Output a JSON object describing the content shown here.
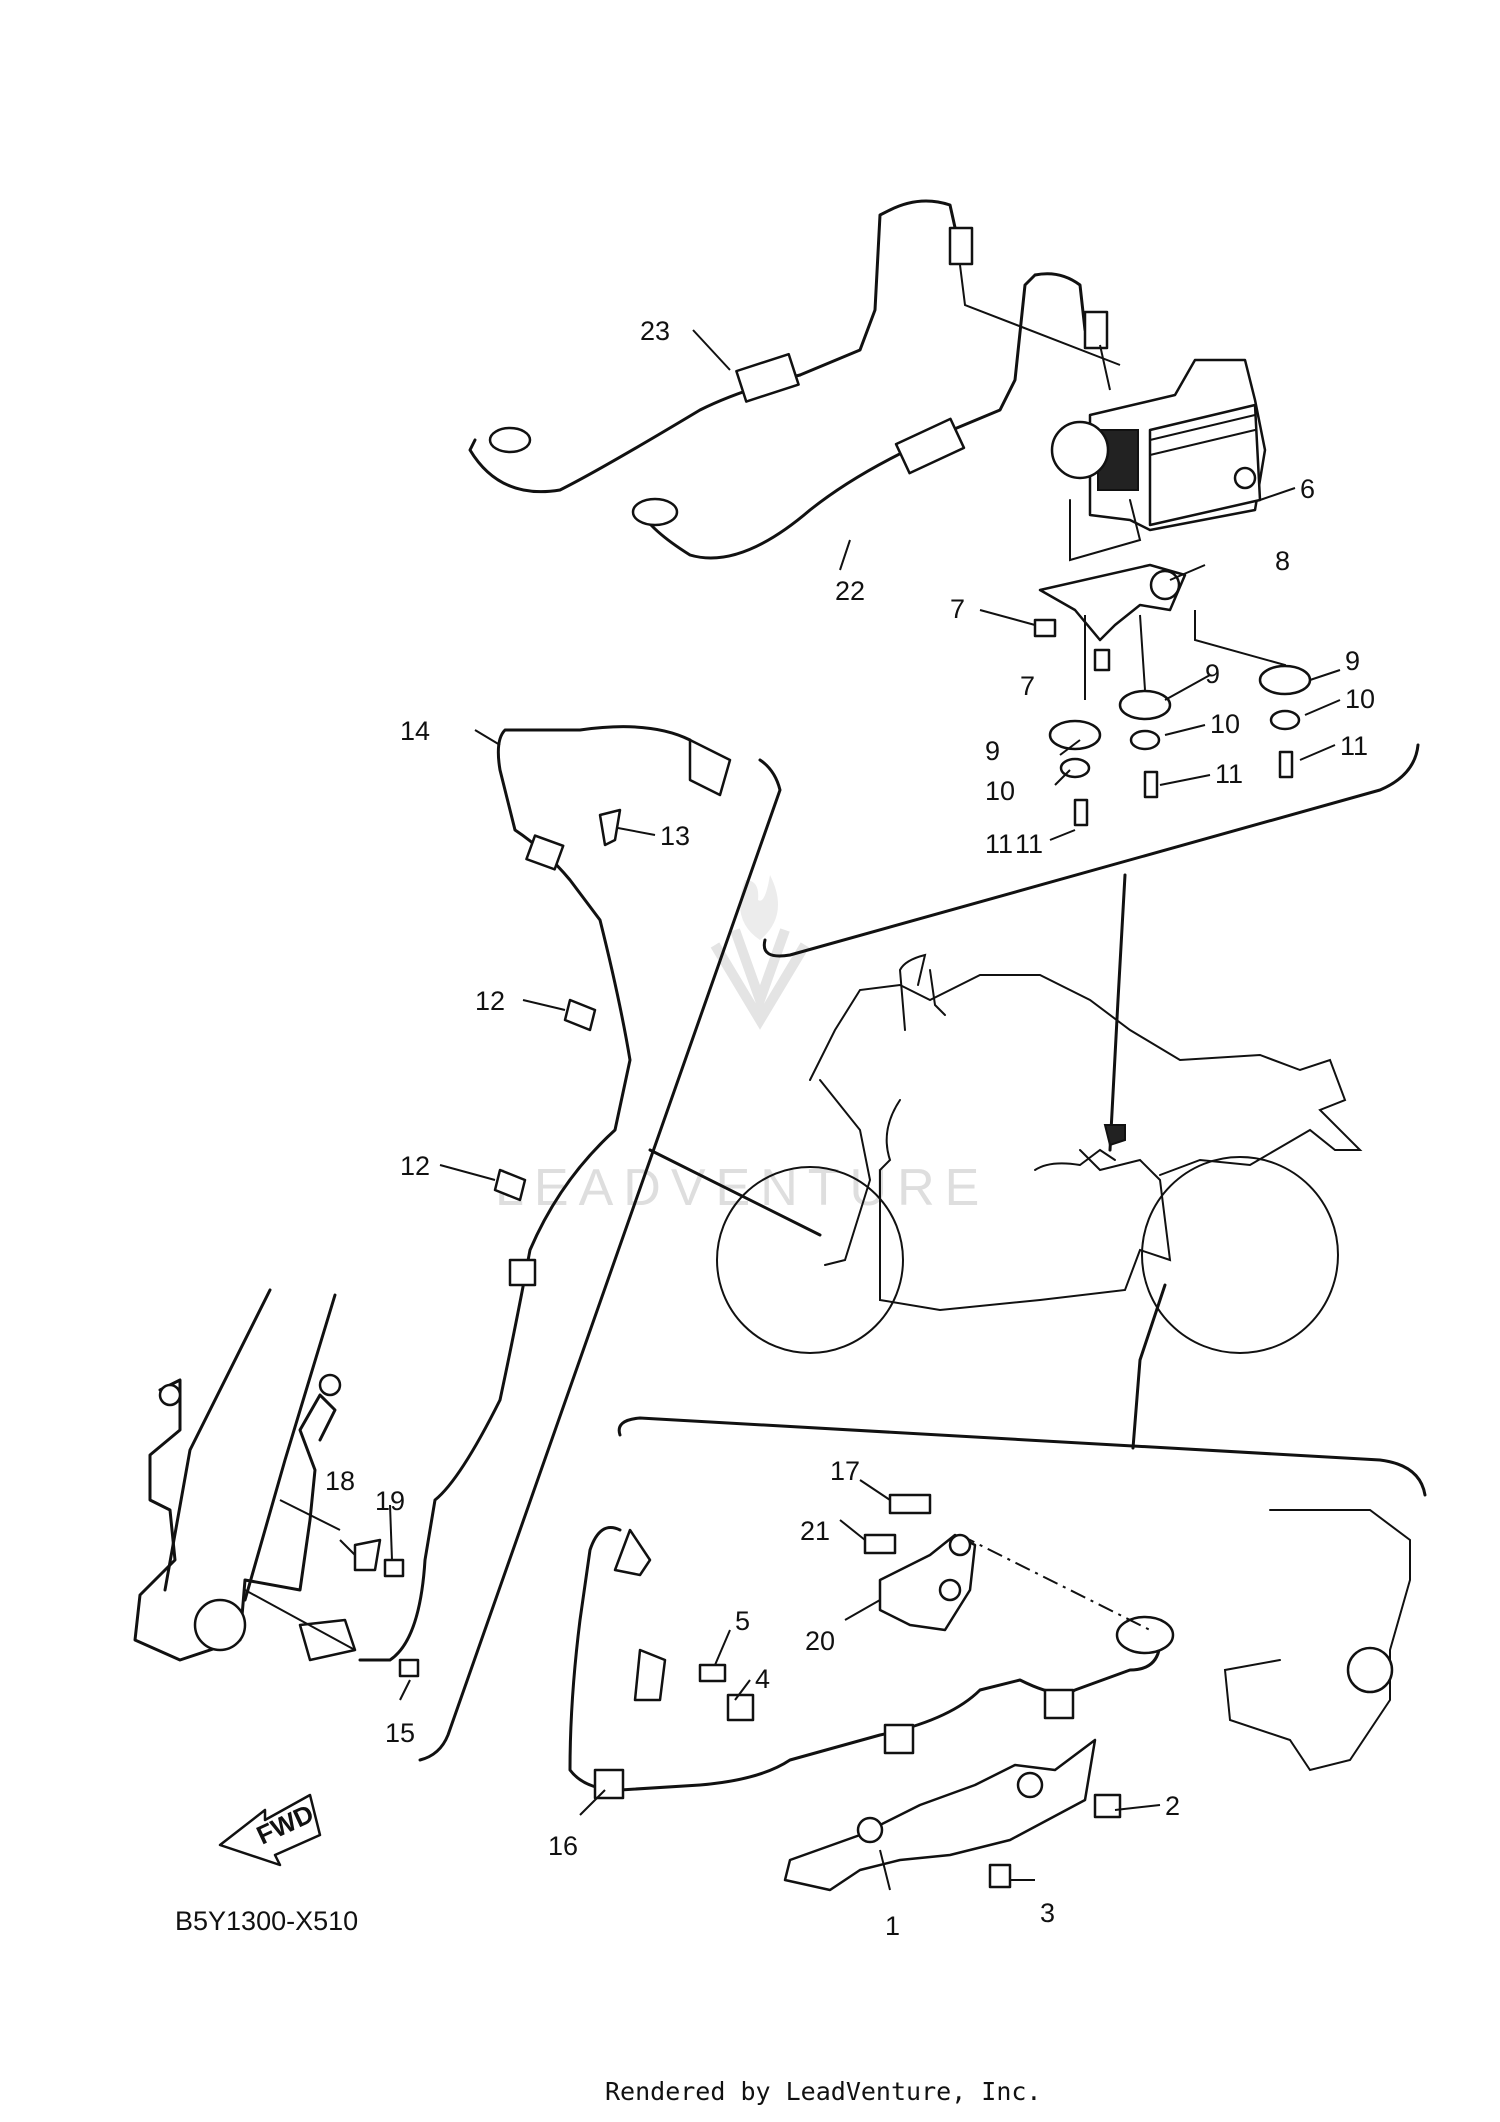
{
  "diagram": {
    "code": "B5Y1300-X510",
    "footer": "Rendered by LeadVenture, Inc.",
    "watermark": "LEADVENTURE",
    "fwd_label": "FWD",
    "callouts": [
      "1",
      "2",
      "3",
      "4",
      "5",
      "6",
      "7",
      "7",
      "8",
      "9",
      "9",
      "9",
      "10",
      "10",
      "10",
      "11",
      "11",
      "11",
      "11",
      "12",
      "12",
      "13",
      "14",
      "15",
      "16",
      "17",
      "18",
      "19",
      "20",
      "21",
      "22",
      "23"
    ]
  }
}
